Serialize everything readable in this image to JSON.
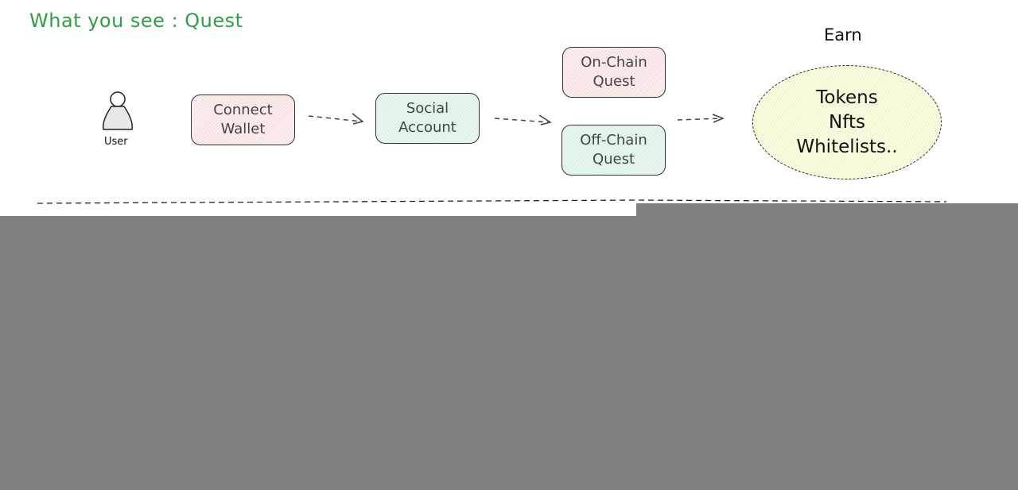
{
  "title": "What you see : Quest",
  "user_label": "User",
  "nodes": {
    "connect_wallet": [
      "Connect",
      "Wallet"
    ],
    "social_account": [
      "Social",
      "Account"
    ],
    "on_chain_quest": [
      "On-Chain",
      "Quest"
    ],
    "off_chain_quest": [
      "Off-Chain",
      "Quest"
    ]
  },
  "earn": {
    "label": "Earn",
    "items": [
      "Tokens",
      "Nfts",
      "Whitelists.."
    ]
  },
  "colors": {
    "title": "#2f9e44",
    "pink_fill": "#f6dcdc",
    "green_fill": "#d6efe0",
    "yellow_fill": "#f2f2c4",
    "redacted": "#808080"
  }
}
